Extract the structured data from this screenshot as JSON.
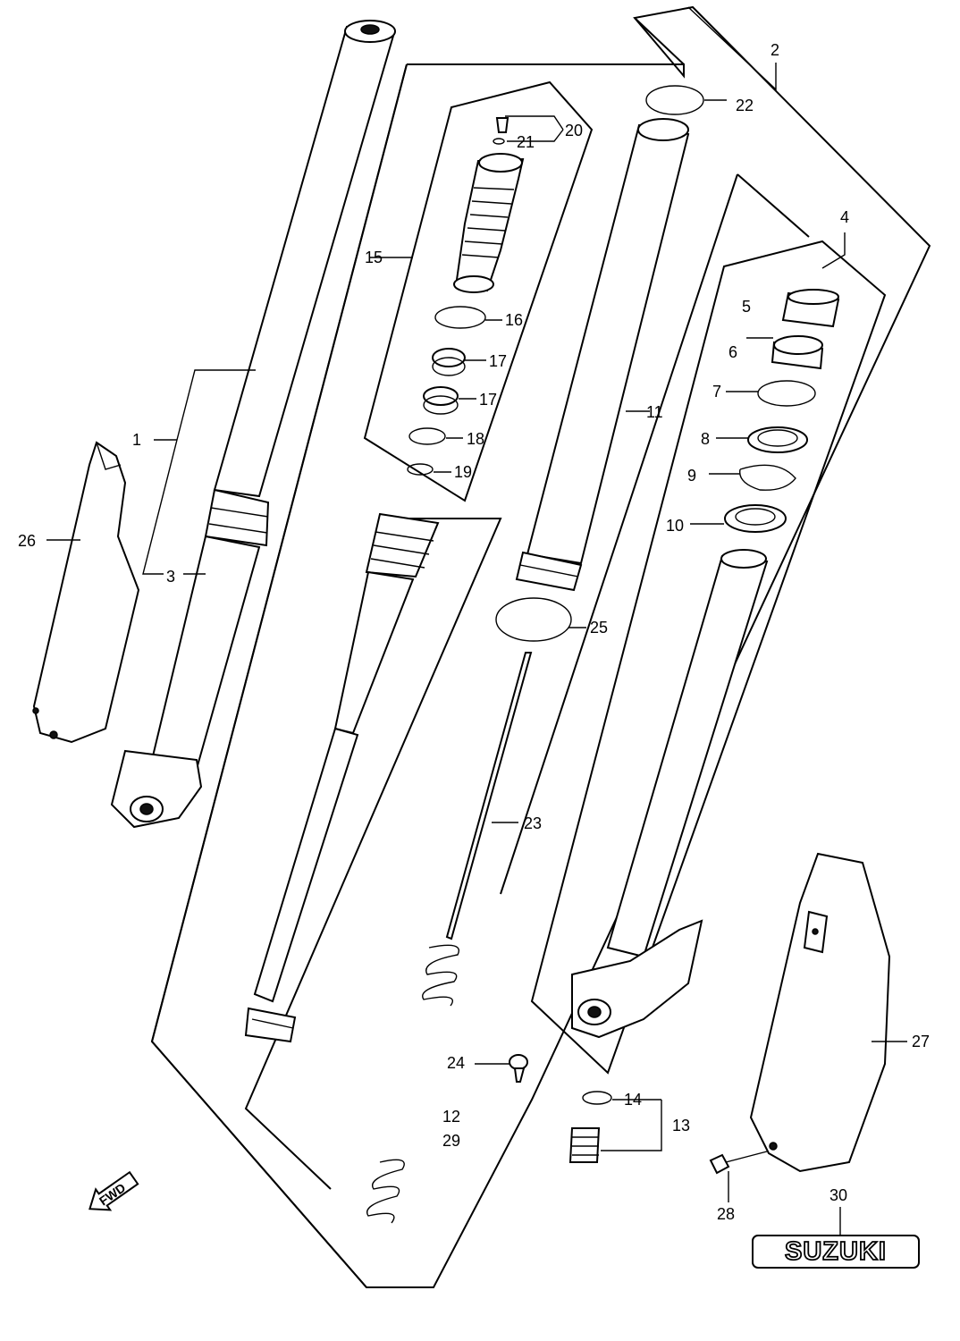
{
  "diagram": {
    "callouts": {
      "c1": "1",
      "c2": "2",
      "c3": "3",
      "c4": "4",
      "c5": "5",
      "c6": "6",
      "c7": "7",
      "c8": "8",
      "c9": "9",
      "c10": "10",
      "c11": "11",
      "c12": "12",
      "c13": "13",
      "c14": "14",
      "c15": "15",
      "c16": "16",
      "c17a": "17",
      "c17b": "17",
      "c18": "18",
      "c19": "19",
      "c20": "20",
      "c21": "21",
      "c22": "22",
      "c23": "23",
      "c24": "24",
      "c25": "25",
      "c26": "26",
      "c27": "27",
      "c28": "28",
      "c29": "29",
      "c30": "30"
    },
    "direction_badge": "FWD",
    "emblem_text": "SUZUKI"
  }
}
